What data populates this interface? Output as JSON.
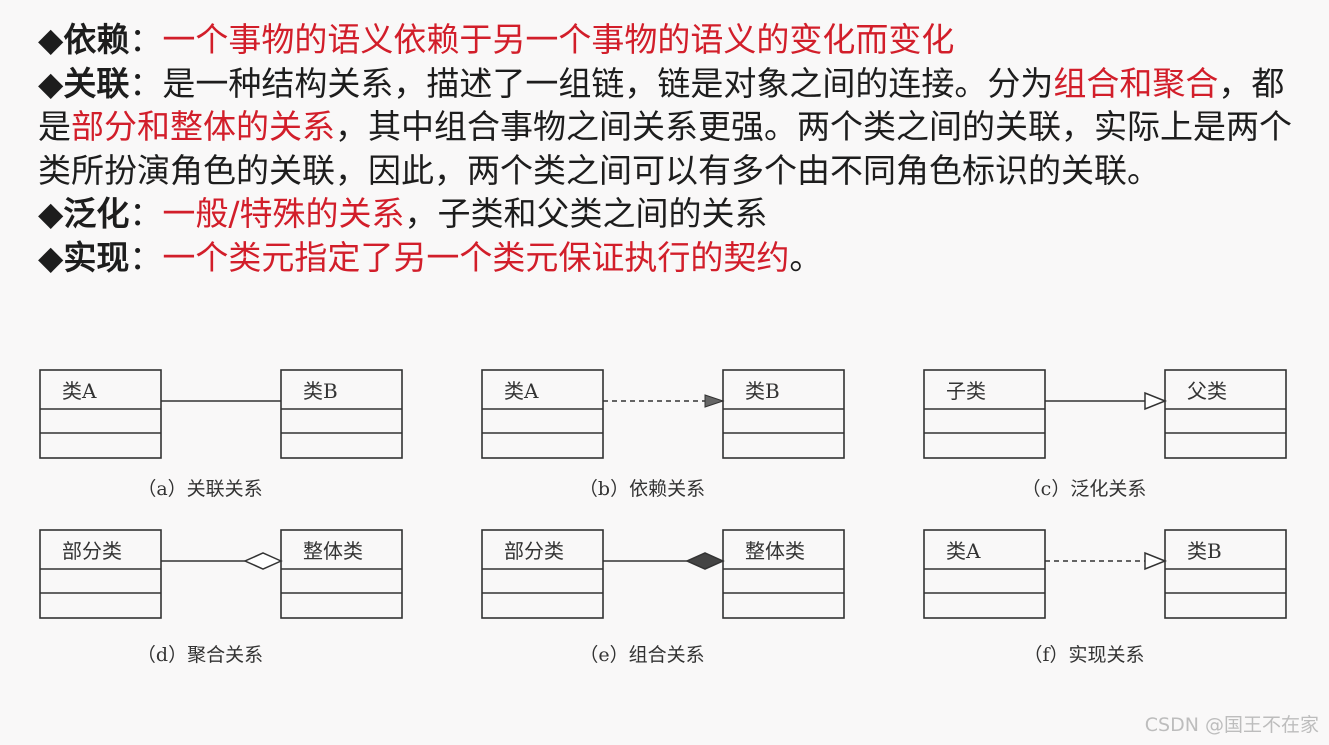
{
  "paragraphs": {
    "dependency": {
      "bullet": "◆",
      "term": "依赖",
      "sep": "：",
      "text": "一个事物的语义依赖于另一个事物的语义的变化而变化"
    },
    "association": {
      "bullet": "◆",
      "term": "关联",
      "sep": "：",
      "text1": "是一种结构关系，描述了一组链，链是对象之间的连接。分为",
      "red1": "组合和聚合",
      "text2": "，都是",
      "red2": "部分和整体的关系",
      "text3": "，其中组合事物之间关系更强。两个类之间的关联，实际上是两个类所扮演角色的关联，因此，两个类之间可以有多个由不同角色标识的关联。"
    },
    "generalization": {
      "bullet": "◆",
      "term": "泛化",
      "sep": "：",
      "red": "一般/特殊的关系",
      "text": "，子类和父类之间的关系"
    },
    "realization": {
      "bullet": "◆",
      "term": "实现",
      "sep": "：",
      "red": "一个类元指定了另一个类元保证执行的契约",
      "text": "。"
    }
  },
  "diagrams": [
    {
      "left": "类A",
      "right": "类B",
      "relation": "association",
      "caption": "（a）关联关系"
    },
    {
      "left": "类A",
      "right": "类B",
      "relation": "dependency",
      "caption": "（b）依赖关系"
    },
    {
      "left": "子类",
      "right": "父类",
      "relation": "generalization",
      "caption": "（c）泛化关系"
    },
    {
      "left": "部分类",
      "right": "整体类",
      "relation": "aggregation",
      "caption": "（d）聚合关系"
    },
    {
      "left": "部分类",
      "right": "整体类",
      "relation": "composition",
      "caption": "（e）组合关系"
    },
    {
      "left": "类A",
      "right": "类B",
      "relation": "realization",
      "caption": "（f）实现关系"
    }
  ],
  "watermark": "CSDN @国王不在家",
  "colors": {
    "red": "#d21e2a",
    "text": "#1d1d1d",
    "diagram": "#333333"
  }
}
